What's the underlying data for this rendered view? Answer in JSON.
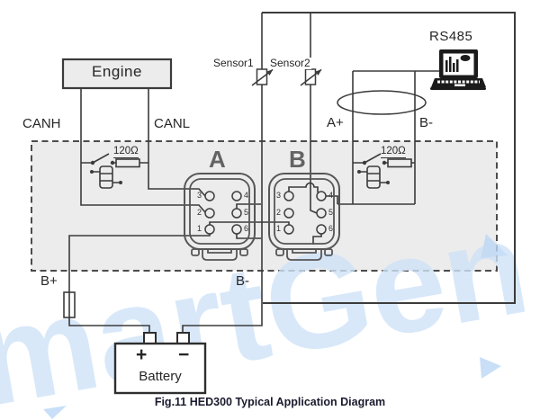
{
  "caption": "Fig.11 HED300 Typical Application Diagram",
  "engine": {
    "label": "Engine"
  },
  "can_bus": {
    "canh_label": "CANH",
    "canl_label": "CANL",
    "termination_left": "120Ω",
    "termination_right": "120Ω"
  },
  "sensors": {
    "sensor1_label": "Sensor1",
    "sensor2_label": "Sensor2"
  },
  "rs485": {
    "label": "RS485",
    "a_plus_label": "A+",
    "b_minus_label": "B-"
  },
  "connectors": {
    "a": {
      "label": "A",
      "pins_left": [
        "3",
        "2",
        "1"
      ],
      "pins_right": [
        "4",
        "5",
        "6"
      ]
    },
    "b": {
      "label": "B",
      "pins_left": [
        "3",
        "2",
        "1"
      ],
      "pins_right": [
        "4",
        "5",
        "6"
      ]
    }
  },
  "power": {
    "b_plus_label": "B+",
    "b_minus_label": "B-",
    "battery_label": "Battery",
    "plus_terminal": "+",
    "minus_terminal": "−"
  },
  "watermark": {
    "text": "martGen"
  },
  "colors": {
    "line": "#3b3b3b",
    "panel_fill": "#ececec",
    "watermark_blue": "#cfe3f8",
    "caption_color": "#1a1a2e"
  }
}
